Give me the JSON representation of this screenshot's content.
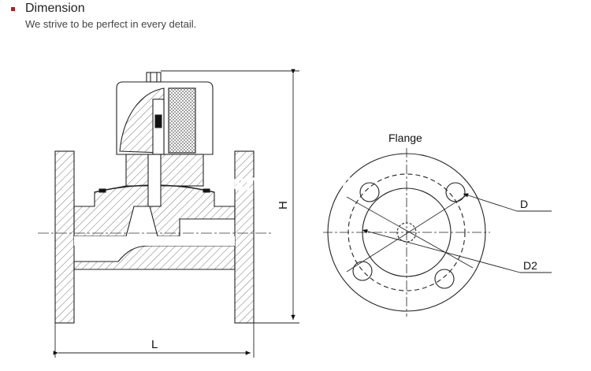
{
  "header": {
    "title": "Dimension",
    "subtitle": "We strive to be perfect in every detail.",
    "accent_color": "#c0161d"
  },
  "drawing": {
    "height_label": "H",
    "length_label": "L",
    "flange_label": "Flange",
    "bolt_circle_label": "D",
    "outer_diameter_label": "D2",
    "watermark": "en.China.cn"
  }
}
